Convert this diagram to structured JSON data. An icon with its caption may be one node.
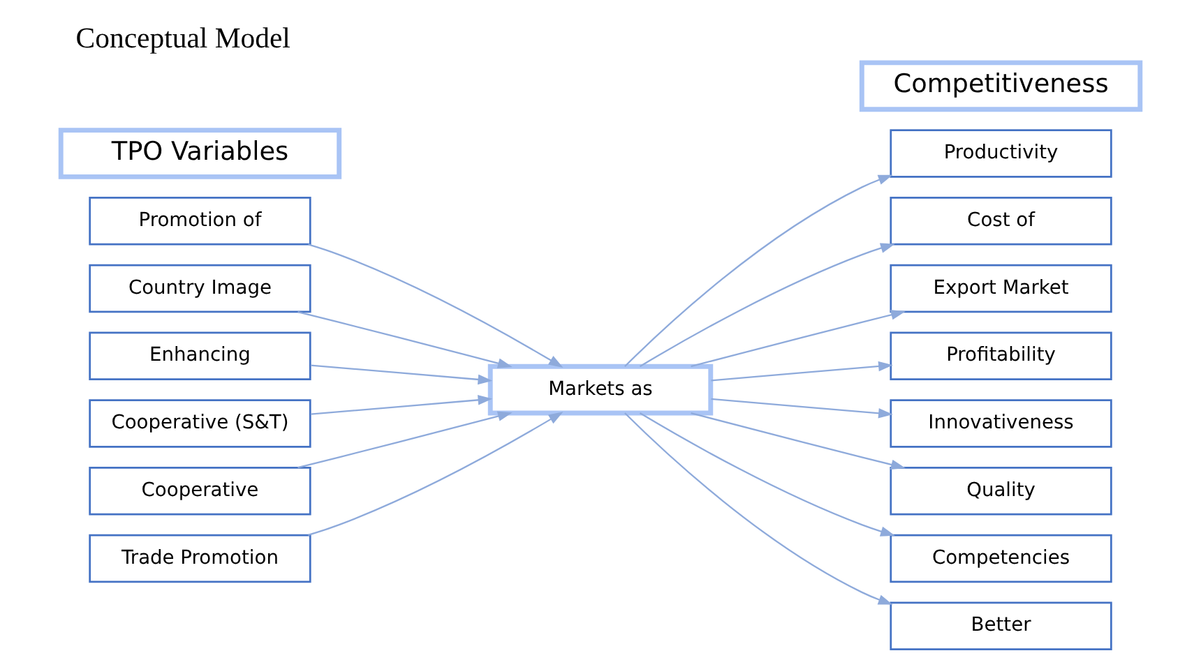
{
  "diagram": {
    "title": "Conceptual Model",
    "nodes": [
      {
        "text": [
          "TPO Variables"
        ]
      },
      {
        "text": [
          "Promotion of"
        ]
      },
      {
        "text": [
          "Country Image"
        ]
      },
      {
        "text": [
          "Enhancing"
        ]
      },
      {
        "text": [
          "Cooperative (S&T)"
        ]
      },
      {
        "text": [
          "Cooperative"
        ]
      },
      {
        "text": [
          "Trade Promotion"
        ]
      },
      {
        "text": [
          "Markets as"
        ]
      },
      {
        "text": [
          "Competitiveness"
        ]
      },
      {
        "text": [
          "Productivity"
        ]
      },
      {
        "text": [
          "Cost of"
        ]
      },
      {
        "text": [
          "Export Market"
        ]
      },
      {
        "text": [
          "Profitability"
        ]
      },
      {
        "text": [
          "Innovativeness"
        ]
      },
      {
        "text": [
          "Quality"
        ]
      },
      {
        "text": [
          "Competencies"
        ]
      },
      {
        "text": [
          "Better"
        ]
      }
    ],
    "edges": [
      {
        "from": 1,
        "to": 7,
        "arrow": "to"
      },
      {
        "from": 2,
        "to": 7,
        "arrow": "to"
      },
      {
        "from": 3,
        "to": 7,
        "arrow": "to"
      },
      {
        "from": 4,
        "to": 7,
        "arrow": "to"
      },
      {
        "from": 5,
        "to": 7,
        "arrow": "to"
      },
      {
        "from": 6,
        "to": 7,
        "arrow": "to"
      },
      {
        "from": 7,
        "to": 9,
        "arrow": "to"
      },
      {
        "from": 7,
        "to": 10,
        "arrow": "to"
      },
      {
        "from": 7,
        "to": 11,
        "arrow": "to"
      },
      {
        "from": 7,
        "to": 12,
        "arrow": "to"
      },
      {
        "from": 7,
        "to": 13,
        "arrow": "to"
      },
      {
        "from": 7,
        "to": 14,
        "arrow": "to"
      },
      {
        "from": 7,
        "to": 15,
        "arrow": "to"
      },
      {
        "from": 7,
        "to": 16,
        "arrow": "to"
      }
    ]
  }
}
